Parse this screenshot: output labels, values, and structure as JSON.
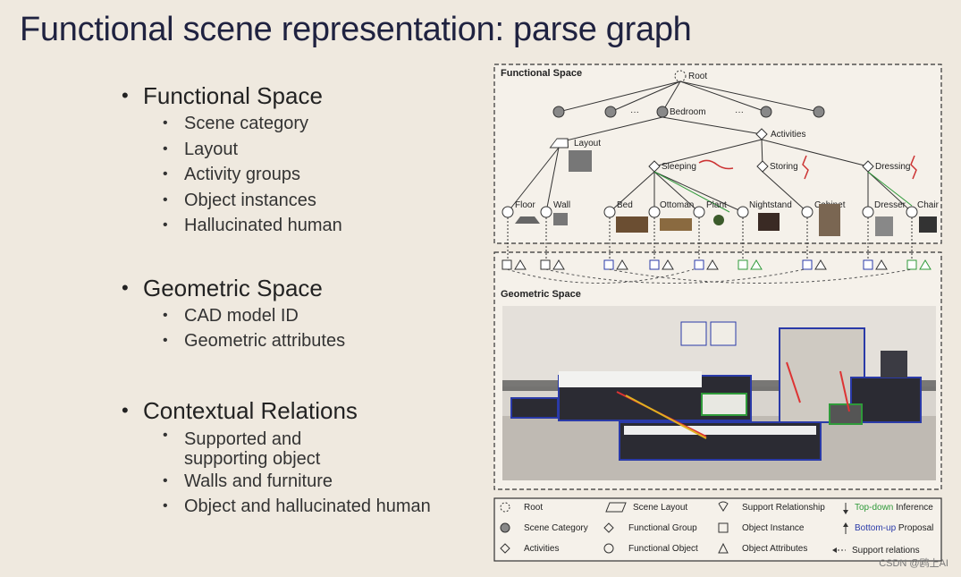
{
  "title": "Functional scene representation: parse graph",
  "outline": [
    {
      "heading": "Functional Space",
      "items": [
        "Scene category",
        "Layout",
        "Activity groups",
        "Object instances",
        "Hallucinated human"
      ]
    },
    {
      "heading": "Geometric Space",
      "items": [
        "CAD model ID",
        "Geometric attributes"
      ]
    },
    {
      "heading": "Contextual Relations",
      "items": [
        "Supported and supporting object",
        "Walls and furniture",
        "Object and hallucinated human"
      ]
    }
  ],
  "diagram": {
    "functional_label": "Functional Space",
    "geometric_label": "Geometric Space",
    "root": "Root",
    "categories_ellipsis": "···",
    "bedroom": "Bedroom",
    "layout": "Layout",
    "activities": "Activities",
    "groups": [
      "Sleeping",
      "Storing",
      "Dressing"
    ],
    "objects": [
      "Floor",
      "Wall",
      "Bed",
      "Ottoman",
      "Plant",
      "Nightstand",
      "Cabinet",
      "Dresser",
      "Chair"
    ]
  },
  "legend": {
    "root": "Root",
    "scene_category": "Scene Category",
    "activities": "Activities",
    "scene_layout": "Scene Layout",
    "functional_group": "Functional Group",
    "functional_object": "Functional Object",
    "support_relationship": "Support Relationship",
    "object_instance": "Object Instance",
    "object_attributes": "Object Attributes",
    "top_down_a": "Top-down",
    "top_down_b": " Inference",
    "bottom_up_a": "Bottom-up",
    "bottom_up_b": " Proposal",
    "support_relations": "Support relations",
    "colors": {
      "top_down": "#2f9a3a",
      "bottom_up": "#2a3aa8"
    }
  },
  "watermark": "CSDN @鸥上AI"
}
